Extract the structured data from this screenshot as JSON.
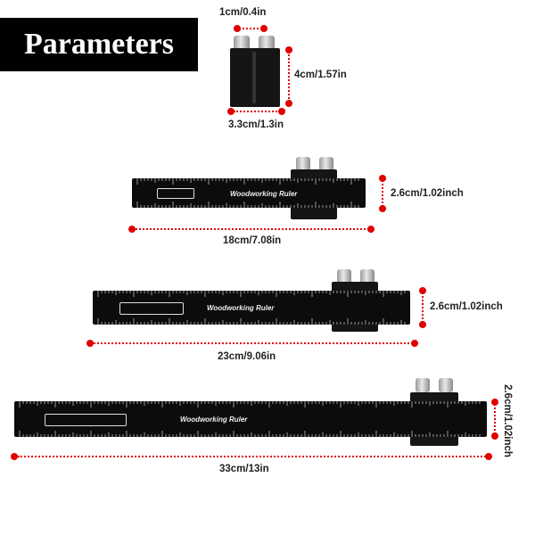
{
  "title": "Parameters",
  "colors": {
    "marker": "#e00000",
    "ruler": "#0c0c0c",
    "title_bg": "#000000"
  },
  "clamp": {
    "width_label": "1cm/0.4in",
    "height_label": "4cm/1.57in",
    "length_label": "3.3cm/1.3in"
  },
  "rulers": [
    {
      "brand": "Woodworking Ruler",
      "length_label": "18cm/7.08in",
      "height_label": "2.6cm/1.02inch"
    },
    {
      "brand": "Woodworking Ruler",
      "length_label": "23cm/9.06in",
      "height_label": "2.6cm/1.02inch"
    },
    {
      "brand": "Woodworking Ruler",
      "length_label": "33cm/13in",
      "height_label": "2.6cm/1.02inch"
    }
  ]
}
